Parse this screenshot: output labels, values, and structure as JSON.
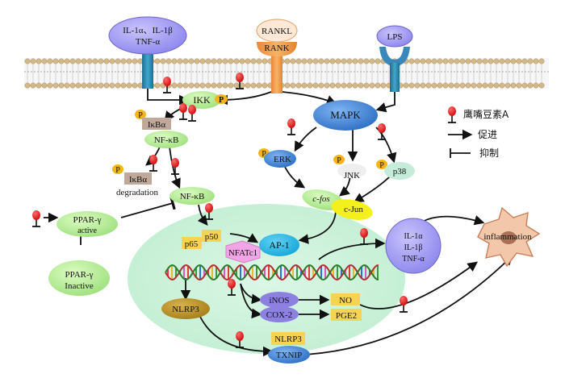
{
  "receptors": {
    "il_tnf": {
      "line1": "IL-1α、IL-1β",
      "line2": "TNF-α"
    },
    "rankl": "RANKL",
    "rank": "RANK",
    "lps": "LPS"
  },
  "nodes": {
    "ikk": "IKK",
    "p_mark": "P",
    "ikba": "IκBα",
    "nfkb": "NF-κB",
    "degradation": "degradation",
    "mapk": "MAPK",
    "erk": "ERK",
    "jnk": "JNK",
    "p38": "p38",
    "cfos": "c-fos",
    "cjun": "c-Jun",
    "ap1": "AP-1",
    "p65": "p65",
    "p50": "p50",
    "nfatc1": "NFATc1",
    "ppar_active": "PPAR-γ",
    "active": "active",
    "ppar_inactive": "PPAR-γ",
    "inactive": "Inactive",
    "cyto_l1": "IL-1α",
    "cyto_l2": "IL-1β",
    "cyto_l3": "TNF-α",
    "inflammation": "inflammation",
    "nlrp3": "NLRP3",
    "txnip": "TXNIP",
    "inos": "iNOS",
    "cox2": "COX-2",
    "no": "NO",
    "pge2": "PGE2"
  },
  "legend": {
    "drug": "鹰嘴豆素A",
    "promote": "促进",
    "inhibit": "抑制"
  }
}
